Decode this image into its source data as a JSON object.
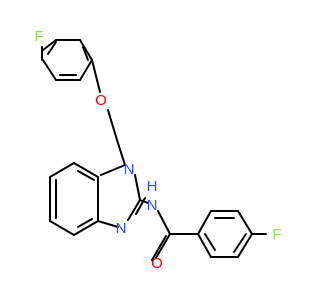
{
  "colors": {
    "bond": "#000000",
    "fluorine": "#90e050",
    "oxygen": "#ff0000",
    "nitrogen": "#3050f8",
    "background": "#ffffff"
  },
  "atoms": {
    "f_top": "F",
    "o_ether": "O",
    "n_ring_top": "N",
    "n_amide": "N",
    "h_amide": "H",
    "n_ring_bottom": "N",
    "o_carbonyl": "O",
    "f_right": "F"
  }
}
